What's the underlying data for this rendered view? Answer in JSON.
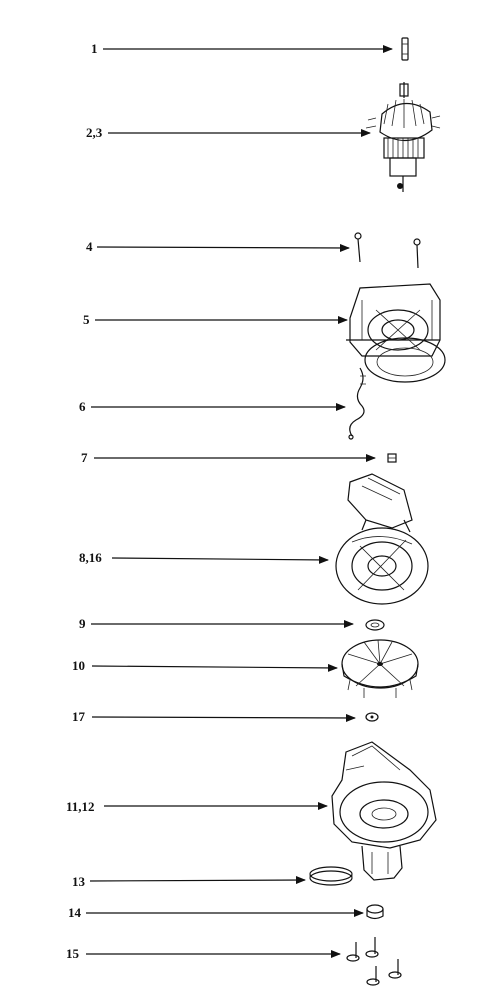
{
  "diagram": {
    "callouts": [
      {
        "id": "1",
        "label": "1"
      },
      {
        "id": "2-3",
        "label": "2,3"
      },
      {
        "id": "4",
        "label": "4"
      },
      {
        "id": "5",
        "label": "5"
      },
      {
        "id": "6",
        "label": "6"
      },
      {
        "id": "7",
        "label": "7"
      },
      {
        "id": "8-16",
        "label": "8,16"
      },
      {
        "id": "9",
        "label": "9"
      },
      {
        "id": "10",
        "label": "10"
      },
      {
        "id": "17",
        "label": "17"
      },
      {
        "id": "11-12",
        "label": "11,12"
      },
      {
        "id": "13",
        "label": "13"
      },
      {
        "id": "14",
        "label": "14"
      },
      {
        "id": "15",
        "label": "15"
      }
    ],
    "colors": {
      "ink": "#111111",
      "paper": "#ffffff"
    }
  }
}
